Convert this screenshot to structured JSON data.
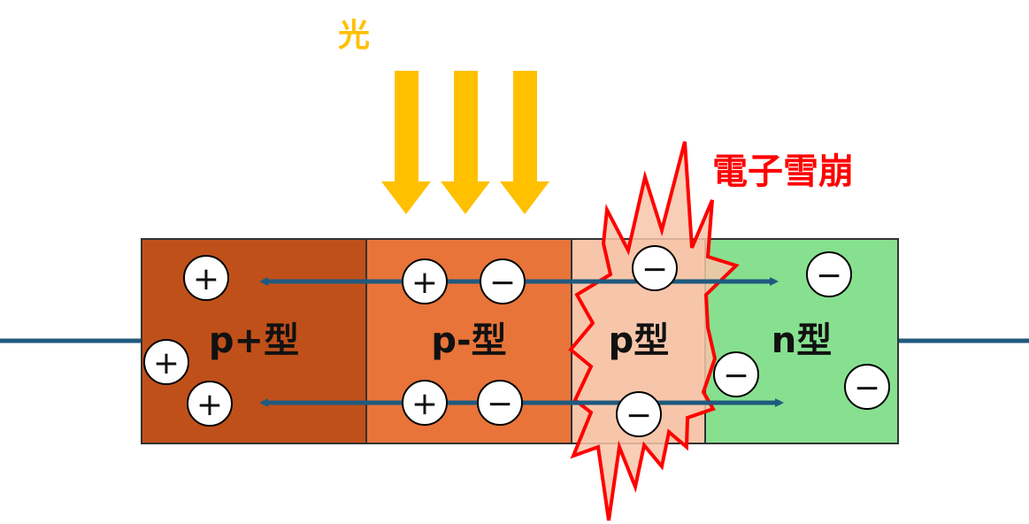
{
  "title_light": "光",
  "title_avalanche": "電子雪崩",
  "regions": {
    "p_plus": "p+型",
    "p_minus": "p-型",
    "p": "p型",
    "n": "n型"
  },
  "carrier_signs": {
    "hole": "+",
    "electron": "−"
  },
  "colors": {
    "p_plus": "#c0501a",
    "p_minus": "#e8743a",
    "p": "#f7c6aa",
    "n": "#87e090",
    "arrows_light": "#ffc000",
    "avalanche": "#ff0000",
    "carrier_flow": "#1f5a7e",
    "wire": "#1f5a7e"
  }
}
